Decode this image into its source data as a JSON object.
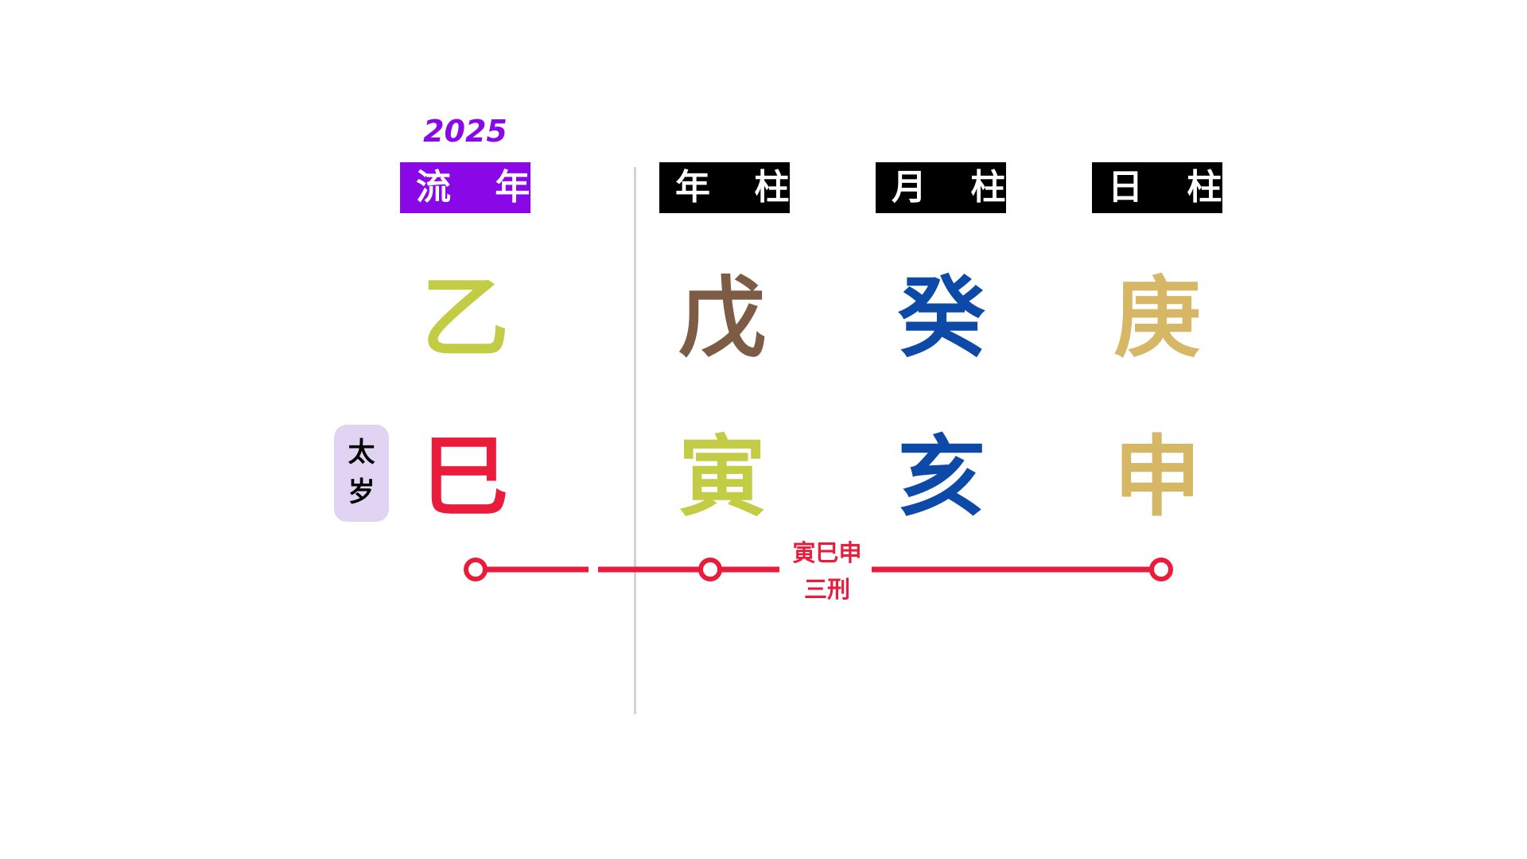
{
  "year": "2025",
  "columns": [
    {
      "header": "流 年",
      "stem": "乙",
      "branch": "巳",
      "stem_color": "#c2cc45",
      "branch_color": "#ea1b3b",
      "header_bg": "#8a08e8"
    },
    {
      "header": "年 柱",
      "stem": "戊",
      "branch": "寅",
      "stem_color": "#7d5c45",
      "branch_color": "#c2cc45",
      "header_bg": "#000000"
    },
    {
      "header": "月 柱",
      "stem": "癸",
      "branch": "亥",
      "stem_color": "#0d4aa8",
      "branch_color": "#0d4aa8",
      "header_bg": "#000000"
    },
    {
      "header": "日 柱",
      "stem": "庚",
      "branch": "申",
      "stem_color": "#d6b765",
      "branch_color": "#d6b765",
      "header_bg": "#000000"
    }
  ],
  "taisui": {
    "line1": "太",
    "line2": "岁"
  },
  "relation": {
    "line1": "寅巳申",
    "line2": "三刑",
    "color": "#ea1b3b"
  }
}
